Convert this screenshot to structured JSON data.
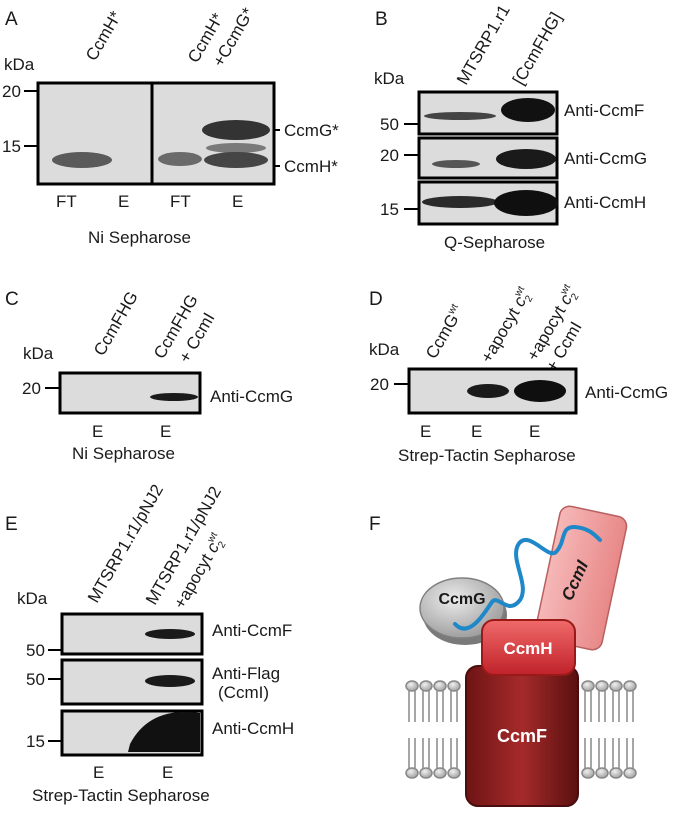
{
  "panels": {
    "a": {
      "letter": "A",
      "unit": "kDa",
      "columns": [
        "CcmH*",
        "CcmH*",
        "+CcmG*"
      ],
      "markers": [
        "20",
        "15"
      ],
      "bands": [
        "CcmG*",
        "CcmH*"
      ],
      "lanes": [
        "FT",
        "E",
        "FT",
        "E"
      ],
      "caption": "Ni Sepharose"
    },
    "b": {
      "letter": "B",
      "unit": "kDa",
      "columns": [
        "MTSRP1.r1",
        "[CcmFHG]"
      ],
      "markers": [
        "50",
        "20",
        "15"
      ],
      "antibodies": [
        "Anti-CcmF",
        "Anti-CcmG",
        "Anti-CcmH"
      ],
      "caption": "Q-Sepharose"
    },
    "c": {
      "letter": "C",
      "unit": "kDa",
      "columns": [
        "CcmFHG",
        "CcmFHG",
        "+ CcmI"
      ],
      "markers": [
        "20"
      ],
      "antibodies": [
        "Anti-CcmG"
      ],
      "lanes": [
        "E",
        "E"
      ],
      "caption": "Ni Sepharose"
    },
    "d": {
      "letter": "D",
      "unit": "kDa",
      "columns": [
        "CcmG",
        "wt",
        "+apocyt ",
        "c",
        "2",
        "wt",
        "+apocyt ",
        "c",
        "2",
        "wt",
        "+ CcmI"
      ],
      "markers": [
        "20"
      ],
      "antibodies": [
        "Anti-CcmG"
      ],
      "lanes": [
        "E",
        "E",
        "E"
      ],
      "caption": "Strep-Tactin Sepharose"
    },
    "e": {
      "letter": "E",
      "unit": "kDa",
      "columns": [
        "MTSRP1.r1/pNJ2",
        "MTSRP1.r1/pNJ2",
        "+apocyt ",
        "c",
        "2",
        "wt"
      ],
      "markers": [
        "50",
        "50",
        "15"
      ],
      "antibodies": [
        "Anti-CcmF",
        "Anti-Flag",
        "(CcmI)",
        "Anti-CcmH"
      ],
      "lanes": [
        "E",
        "E"
      ],
      "caption": "Strep-Tactin Sepharose"
    },
    "f": {
      "letter": "F",
      "proteins": [
        "CcmG",
        "CcmI",
        "CcmH",
        "CcmF"
      ]
    }
  },
  "colors": {
    "gel_background": "#dcdcdc",
    "ccmf": "#a52a2a",
    "ccmh": "#d9363e",
    "ccmi": "#f0a0a0",
    "ccmg": "#b8b8b8",
    "apocyt": "#1e88c8"
  }
}
